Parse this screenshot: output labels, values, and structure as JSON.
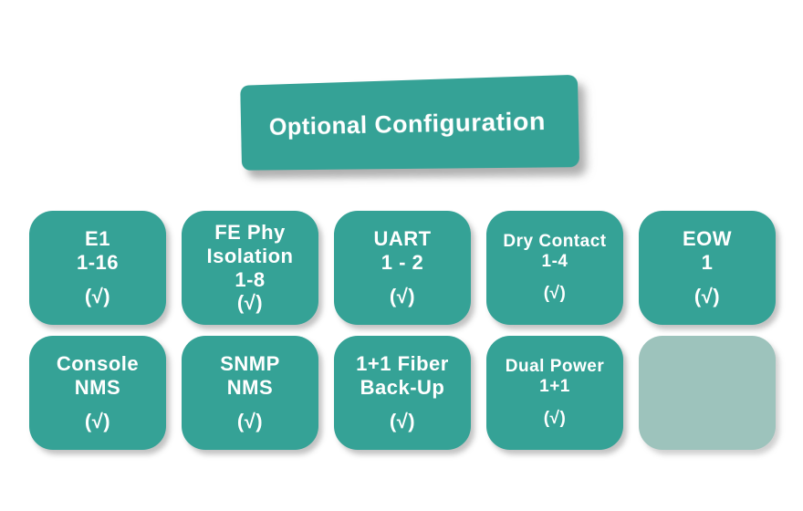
{
  "title": {
    "label": "Optional Configuration"
  },
  "colors": {
    "card": "#35a296",
    "card_muted": "#9dc3bc",
    "text": "#ffffff"
  },
  "cards": [
    {
      "name": "e1",
      "lines": [
        "E1",
        "1-16"
      ],
      "check": "(√)"
    },
    {
      "name": "fe-phy",
      "lines": [
        "FE Phy",
        "Isolation",
        "1-8"
      ],
      "check": "(√)"
    },
    {
      "name": "uart",
      "lines": [
        "UART",
        "1 - 2"
      ],
      "check": "(√)"
    },
    {
      "name": "dry-contact",
      "lines": [
        "Dry Contact",
        "1-4"
      ],
      "check": "(√)"
    },
    {
      "name": "eow",
      "lines": [
        "EOW",
        "1"
      ],
      "check": "(√)"
    },
    {
      "name": "console-nms",
      "lines": [
        "Console",
        "NMS"
      ],
      "check": "(√)"
    },
    {
      "name": "snmp-nms",
      "lines": [
        "SNMP",
        "NMS"
      ],
      "check": "(√)"
    },
    {
      "name": "fiber-backup",
      "lines": [
        "1+1 Fiber",
        "Back-Up"
      ],
      "check": "(√)"
    },
    {
      "name": "dual-power",
      "lines": [
        "Dual Power",
        "1+1"
      ],
      "check": "(√)"
    }
  ]
}
